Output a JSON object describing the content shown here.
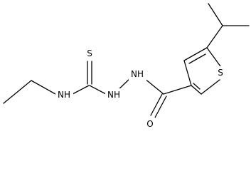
{
  "molecule": {
    "atoms": {
      "s_thione": "S",
      "nh_ethyl": "NH",
      "nh_hydrazine_1": "NH",
      "nh_hydrazine_2": "NH",
      "s_ring": "S",
      "o_carbonyl": "O"
    }
  }
}
